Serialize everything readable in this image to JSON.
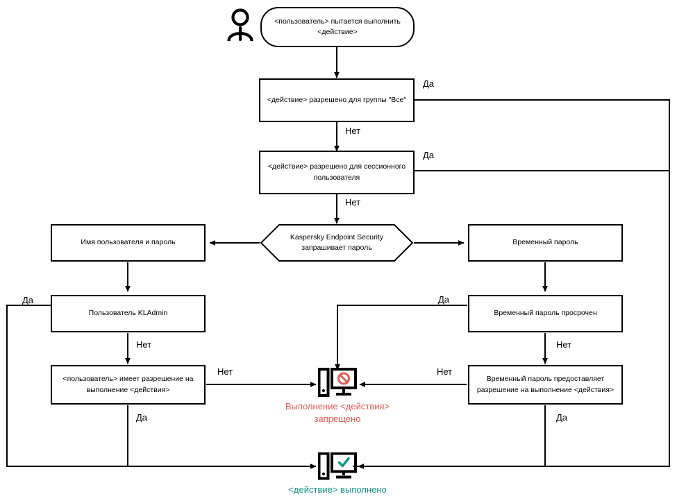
{
  "diagram": {
    "title": "Kaspersky Endpoint Security password access decision flow",
    "actor_icon": "user-person-icon",
    "nodes": {
      "start": {
        "label": "<пользователь> пытается выполнить\n<действие>",
        "shape": "terminator"
      },
      "allowed_everyone": {
        "label": "<действие> разрешено для группы \"Все\"",
        "shape": "process"
      },
      "allowed_session": {
        "label": "<действие> разрешено для сессионного\nпользователя",
        "shape": "process"
      },
      "kes_prompt": {
        "label": "Kaspersky Endpoint Security\nзапрашивает пароль",
        "shape": "hexagon"
      },
      "username_password": {
        "label": "Имя пользователя и пароль",
        "shape": "process"
      },
      "temp_password": {
        "label": "Временный пароль",
        "shape": "process"
      },
      "kladmin_user": {
        "label": "Пользователь KLAdmin",
        "shape": "process"
      },
      "temp_password_expired": {
        "label": "Временный пароль просрочен",
        "shape": "process"
      },
      "user_has_permission": {
        "label": "<пользователь> имеет разрешение на\nвыполнение <действия>",
        "shape": "process"
      },
      "temp_password_grants": {
        "label": "Временный пароль предоставляет\nразрешение на выполнение <действия>",
        "shape": "process"
      }
    },
    "outcomes": {
      "denied": {
        "label": "Выполнение <действия>\nзапрещено",
        "icon": "monitor-blocked-icon",
        "color": "#e05b54"
      },
      "allowed": {
        "label": "<действие> выполнено",
        "icon": "monitor-check-icon",
        "color": "#0f9286"
      }
    },
    "edge_labels": {
      "yes_everyone": "Да",
      "no_everyone": "Нет",
      "yes_session": "Да",
      "no_session": "Нет",
      "yes_kladmin_left": "Да",
      "no_kladmin": "Нет",
      "no_permission": "Нет",
      "yes_permission": "Да",
      "yes_expired": "Да",
      "no_expired": "Нет",
      "no_grants": "Нет",
      "yes_grants": "Да"
    },
    "colors": {
      "line": "#000000",
      "denied_text": "#e05b54",
      "allowed_text": "#0f9286",
      "node_border": "#000000",
      "background": "#ffffff"
    }
  }
}
